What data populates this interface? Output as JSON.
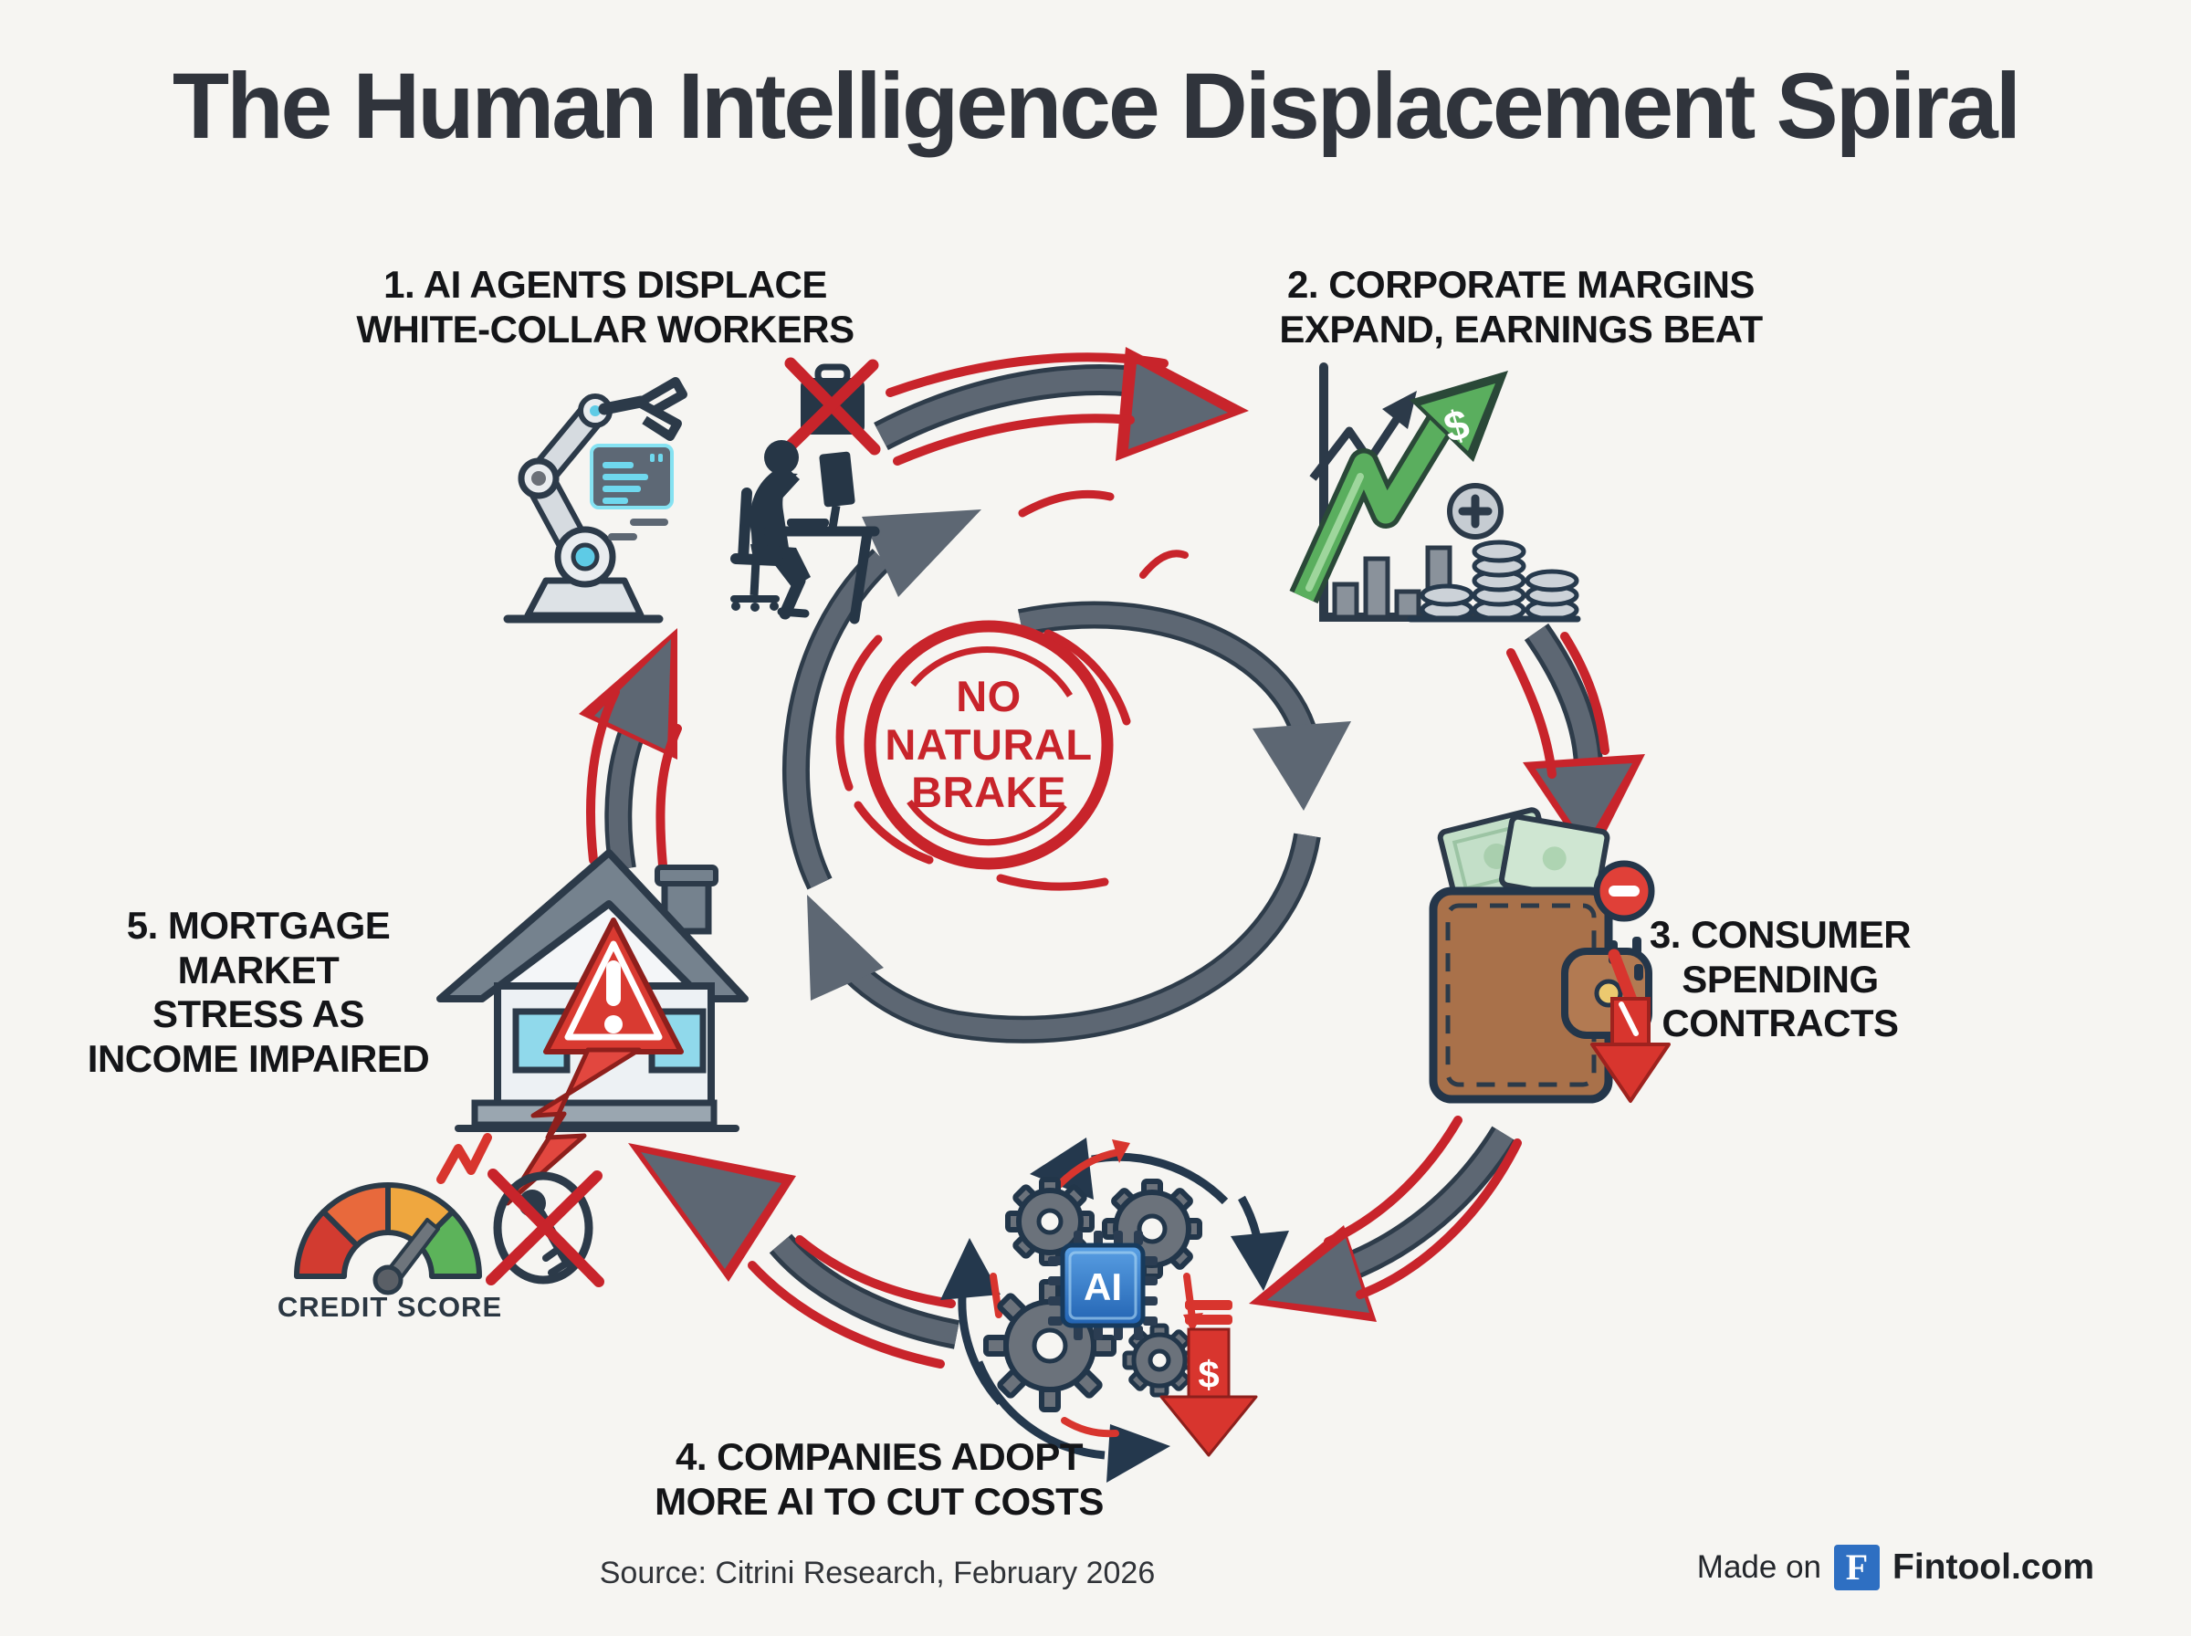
{
  "title": "The Human Intelligence Displacement Spiral",
  "steps": [
    {
      "label": "1. AI AGENTS DISPLACE\nWHITE-COLLAR WORKERS"
    },
    {
      "label": "2. CORPORATE MARGINS\nEXPAND, EARNINGS BEAT"
    },
    {
      "label": "3. CONSUMER\nSPENDING\nCONTRACTS"
    },
    {
      "label": "4. COMPANIES ADOPT\nMORE AI TO CUT COSTS"
    },
    {
      "label": "5. MORTGAGE\nMARKET\nSTRESS AS\nINCOME IMPAIRED"
    }
  ],
  "center": {
    "text": "NO\nNATURAL\nBRAKE"
  },
  "labels": {
    "credit_score": "CREDIT SCORE"
  },
  "glyphs": {
    "ai": "AI",
    "dollar": "$"
  },
  "footer": {
    "source": "Source: Citrini Research, February 2026",
    "made_on": "Made on",
    "brand_initial": "F",
    "brand": "Fintool.com"
  },
  "colors": {
    "background": "#f6f5f2",
    "accent_red": "#c8242b",
    "arrow_gray": "#5d6773",
    "outline_navy": "#2c3a49",
    "growth_green": "#5aae5e",
    "cyan_accent": "#6fd8ee",
    "wallet_brown": "#a9714a",
    "chip_blue": "#3b86d8",
    "brand_blue": "#2e6fc2"
  }
}
